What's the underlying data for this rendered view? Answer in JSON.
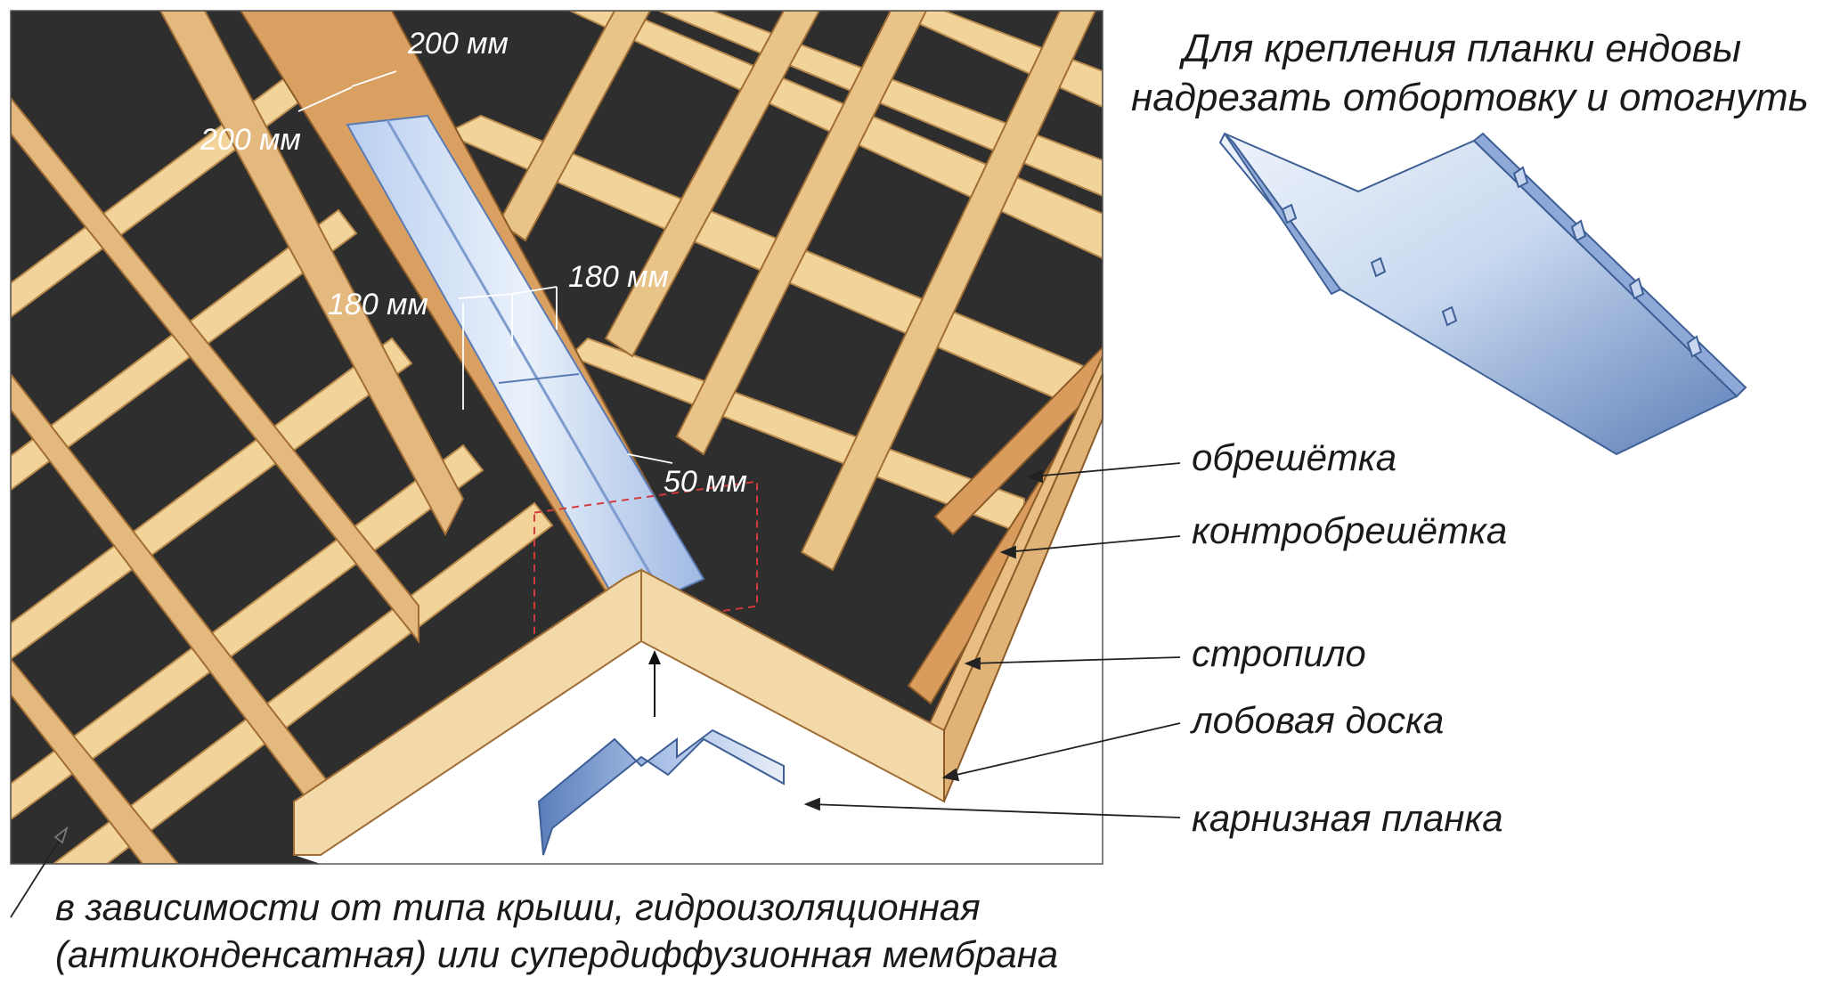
{
  "header_note": {
    "line1": "Для крепления планки ендовы",
    "line2": "надрезать отбортовку и отогнуть"
  },
  "dimensions": {
    "top_right": "200 мм",
    "top_left": "200 мм",
    "mid_left": "180 мм",
    "mid_right": "180 мм",
    "bottom": "50 мм"
  },
  "callouts": {
    "battens": "обрешётка",
    "counter_battens": "контробрешётка",
    "rafter": "стропило",
    "fascia_board": "лобовая доска",
    "eaves_strip": "карнизная планка"
  },
  "membrane_note": {
    "line1": "в зависимости от типа крыши, гидроизоляционная",
    "line2": "(антиконденсатная) или супердиффузионная мембрана"
  },
  "colors": {
    "membrane": "#2e2e2e",
    "timber_light": "#f2d39a",
    "timber_dark": "#c68a4f",
    "metal_light": "#dfe9f7",
    "metal_dark": "#5d7fb8",
    "fascia": "#f3d9a8"
  }
}
